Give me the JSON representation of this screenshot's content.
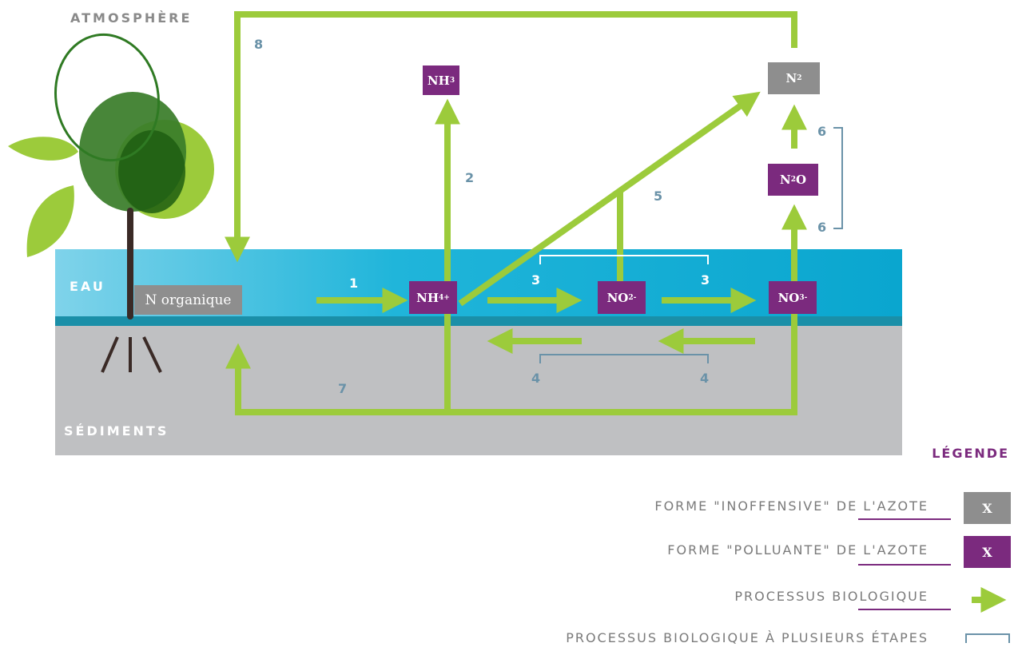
{
  "zones": {
    "atmosphere": "ATMOSPHÈRE",
    "water": "EAU",
    "sediments": "SÉDIMENTS"
  },
  "species": {
    "n_organic": "N organique",
    "nh3": {
      "base": "NH",
      "sub": "3"
    },
    "n2": {
      "base": "N",
      "sub": "2"
    },
    "n2o": {
      "pre": "N",
      "sub": "2",
      "post": "O"
    },
    "nh4": {
      "base": "NH",
      "sub": "4",
      "sup": "+"
    },
    "no2": {
      "base": "NO",
      "sub": "2",
      "sup": "-"
    },
    "no3": {
      "base": "NO",
      "sub": "3",
      "sup": "-"
    }
  },
  "process_numbers": {
    "p1": "1",
    "p2": "2",
    "p3a": "3",
    "p3b": "3",
    "p4a": "4",
    "p4b": "4",
    "p5": "5",
    "p6a": "6",
    "p6b": "6",
    "p7": "7",
    "p8": "8"
  },
  "legend": {
    "title": "LÉGENDE",
    "items": [
      {
        "label": "FORME \"INOFFENSIVE\" DE L'AZOTE",
        "symbol": "X"
      },
      {
        "label": "FORME \"POLLUANTE\" DE L'AZOTE",
        "symbol": "X"
      },
      {
        "label": "PROCESSUS BIOLOGIQUE"
      },
      {
        "label": "PROCESSUS BIOLOGIQUE À PLUSIEURS ÉTAPES"
      }
    ]
  },
  "colors": {
    "harmless": "#8e8e8e",
    "pollutant": "#7b2a7e",
    "process_arrow": "#9ccb3b",
    "multi_step_bracket": "#6a92a8",
    "water": "#1fb3d6",
    "sediment": "#bfc0c2"
  }
}
